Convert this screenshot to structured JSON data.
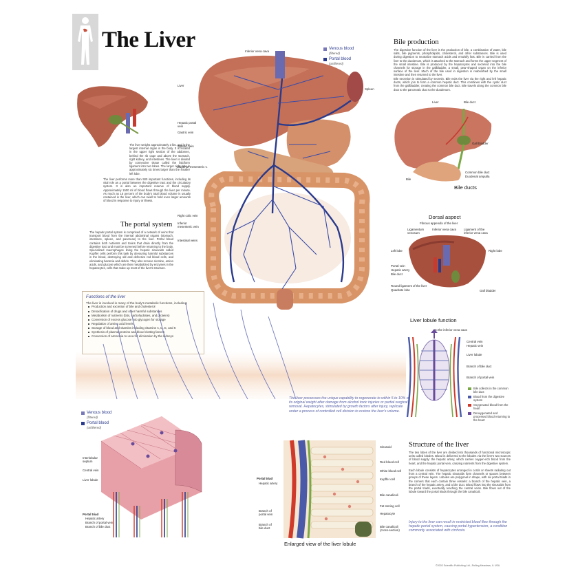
{
  "title": "The Liver",
  "legend_top": {
    "venous_label": "Venous blood",
    "venous_sub": "(filtered)",
    "portal_label": "Portal blood",
    "portal_sub": "(unfiltered)"
  },
  "legend_bottom": {
    "venous_label": "Venous blood",
    "venous_sub": "(filtered)",
    "portal_label": "Portal blood",
    "portal_sub": "(unfiltered)"
  },
  "colors": {
    "venous": "#6f6fb4",
    "portal": "#2a3a8c",
    "liver": "#b5604a",
    "gallbladder": "#6f8a3c",
    "intestine": "#d69a6a",
    "artery": "#d03a2a"
  },
  "intro_text": "The liver weighs approximately 3 lbs. and is the largest internal organ in the body. It is located in the upper right section of the abdomen, behind the rib cage and above the stomach, right kidney, and intestines. The liver is divided by connective tissue called the falciform ligament into two lobes. The larger right lobe is approximately six times larger than the smaller left lobe.",
  "intro_text2": "The liver performs more than 500 important functions, including its vital role as a portal between the digestive tract and the circulatory system. It is also an important reserve of blood supply. Approximately 1500 ml of blood flows through the liver per minute. As much as 15 percent of the body's total blood volume is usually contained in the liver, which can swell to hold even larger amounts of blood in response to injury or illness.",
  "portal_system": {
    "heading": "The portal system",
    "text": "The hepatic portal system is comprised of a network of veins that transport blood from the internal abdominal organs (stomach, intestines, spleen, and pancreas) to the liver. Portal blood contains both nutrients and toxins that drain directly from the digestive tract and must be screened before returning to the body. Specialized macrophages lining the hepatic sinusoids called Kupffer cells perform this task by devouring harmful substances in the blood, destroying old and defective red blood cells, and eliminating bacteria and debris. They also remove nicotine, amino acids, and glucose which are then metabolized by enzymes in the hepatocytes, cells that make up most of the liver's structure."
  },
  "functions": {
    "heading": "Functions of the liver",
    "intro": "The liver is involved in many of the body's metabolic functions, including:",
    "items": [
      "Production and excretion of bile and cholesterol",
      "Detoxification of drugs and other harmful substances",
      "Metabolism of nutrients (fats, carbohydrates, and proteins)",
      "Conversion of excess glucose into glycogen for storage",
      "Regulation of amino acid levels",
      "Storage of blood and vitamins including vitamins A, D, E, and K",
      "Synthesis of plasma proteins and blood clotting factors",
      "Conversion of ammonia to urea for elimination by the kidneys"
    ]
  },
  "bile": {
    "heading": "Bile production",
    "text1": "The digestive function of the liver is the production of bile, a combination of water, bile salts, bile pigments, phospholipids, cholesterol, and other substances. Bile is used during digestion to neutralize stomach acids and emulsify fats. Bile is carried from the liver to the duodenum, which is attached to the stomach and forms the upper segment of the small intestine. Bile is produced by the hepatocytes and secreted into the bile channels for storage in the gallbladder, a small, pear-shaped organ on the inferior surface of the liver. Much of the bile used in digestion is reabsorbed by the small intestine and then returned to the liver.",
    "text2": "Bile secretion is stimulated by secretin. Bile exits the liver via the right and left hepatic ducts, which join to form a common hepatic duct. This combines with the cystic duct from the gallbladder, creating the common bile duct. Bile travels along the common bile duct to the pancreatic duct to the duodenum.",
    "labels": {
      "liver": "Liver",
      "bile_duct": "Bile duct",
      "gall_bladder": "Gall bladder",
      "common_bile_duct": "Common bile duct",
      "duodenal_ampulla": "Duodenal ampulla",
      "bile": "Bile"
    },
    "caption": "Bile ducts"
  },
  "dorsal": {
    "heading": "Dorsal aspect",
    "labels": {
      "fibrous": "Fibrous appendix of the liver",
      "ligamentum_venosum": "Ligamentum venosum",
      "ivc": "Inferior vena cava",
      "ligament_ivc": "Ligament of the inferior vena cava",
      "left_lobe": "Left lobe",
      "right_lobe": "Right lobe",
      "portal_vein": "Portal vein",
      "hepatic_artery": "Hepatic artery",
      "bile_duct": "Bile duct",
      "round_ligament": "Round ligament of the liver",
      "quadrate_lobe": "Quadrate lobe",
      "gall_bladder": "Gall bladder"
    }
  },
  "main_labels": {
    "ivc": "Inferior vena cava",
    "liver": "Liver",
    "spleen": "Spleen",
    "hepatic_portal_vein": "Hepatic portal vein",
    "gastric_vein": "Gastric vein",
    "splenic_vein": "Splenic vein",
    "superior_mesenteric": "Superior mesenteric v.",
    "right_colic_vein": "Right colic vein",
    "inferior_mesenteric_vein": "Inferior mesenteric vein",
    "intestinal_veins": "Intestinal veins"
  },
  "lobule_function": {
    "heading": "Liver lobule function",
    "to_ivc": "to the inferior vena cava",
    "labels": {
      "central_vein": "Central vein",
      "hepatic_vein": "Hepatic vein",
      "liver_lobule": "Liver lobule",
      "branch_bile_duct": "Branch of bile duct",
      "branch_portal_vein": "Branch of portal vein"
    },
    "legend": [
      {
        "color": "#7aa844",
        "text": "Bile collects in the common bile duct"
      },
      {
        "color": "#4a5aa8",
        "text": "Blood from the digestive system"
      },
      {
        "color": "#d03a2a",
        "text": "Oxygenated blood from the heart"
      },
      {
        "color": "#6a4a9a",
        "text": "Deoxygenated and processed blood returning to the heart"
      }
    ]
  },
  "regen_note": "The liver possesses the unique capability to regenerate to within 5 to 10% of its original weight after damage from alcohol toxic injuries or partial surgical removal. Hepatocytes, stimulated by growth factors after injury, replicate under a process of controlled cell division to restore the liver's volume.",
  "structure": {
    "heading": "Structure of the liver",
    "text1": "The two lobes of the liver are divided into thousands of functional microscopic units called lobules. Blood is delivered to the lobules via the liver's two sources of blood supply: the hepatic artery, which carries oxygen-rich blood from the heart, and the hepatic portal vein, carrying nutrients from the digestive system.",
    "text2": "Each lobule consists of hepatocytes arranged in cords or sheets radiating out from a central vein. The hepatic sinusoids form channels or spaces between groups of these layers. Lobules are polygonal in shape, with six portal triads in the corners that each contain three vessels: a branch of the hepatic vein, a branch of the hepatic artery, and a bile duct. Blood flows into the sinusoids from the portal triads, eventually reaching the central veins. Bile flows out of the lobule toward the portal triads through the bile canaliculi.",
    "injury_note": "Injury to the liver can result in restricted blood flow through the hepatic portal system, causing portal hypertension, a condition commonly associated with cirrhosis."
  },
  "lower_left_labels": {
    "interlobular_septum": "Interlobular septum",
    "central_vein": "Central vein",
    "liver_lobule": "Liver lobule",
    "portal_triad": "Portal triad",
    "hepatic_artery": "Hepatic artery",
    "branch_portal_vein": "Branch of portal vein",
    "branch_bile_duct": "Branch of bile duct"
  },
  "enlarged": {
    "caption": "Enlarged view of the liver lobule",
    "left_labels": {
      "portal_triad": "Portal triad",
      "hepatic_artery": "Hepatic artery",
      "branch_portal_vein": "Branch of portal vein",
      "branch_bile_duct": "Branch of bile duct"
    },
    "right_labels": [
      "Sinusoid",
      "Red blood cell",
      "White blood cell",
      "Kupffer cell",
      "Bile canaliculi",
      "Fat storing cell",
      "Hepatocyte",
      "Bile canaliculi (cross-section)"
    ]
  },
  "copyright": "©2003 Scientific Publishing Ltd., Rolling Meadows, IL USA"
}
